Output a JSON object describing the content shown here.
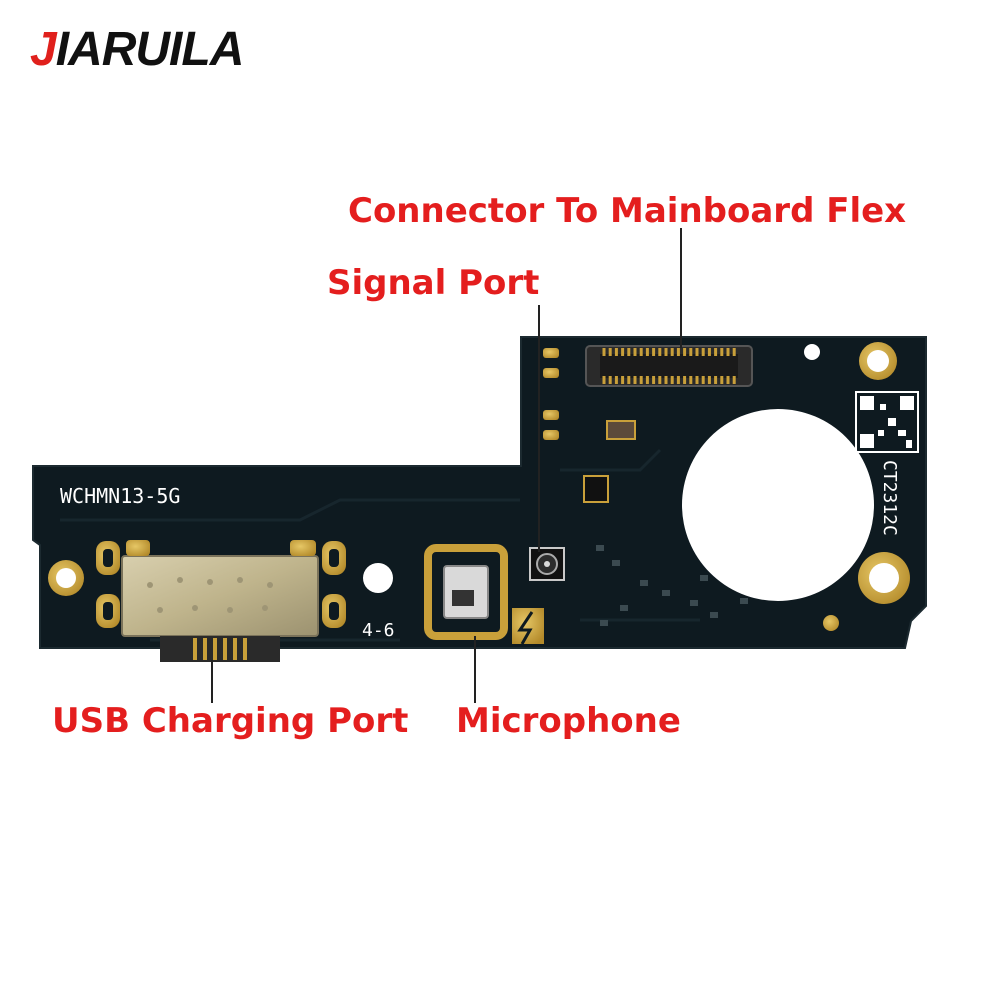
{
  "brand": {
    "prefix": "J",
    "rest": "IARUILA"
  },
  "labels": {
    "connector": "Connector To Mainboard Flex",
    "signal": "Signal Port",
    "usb": "USB Charging Port",
    "microphone": "Microphone"
  },
  "board": {
    "model_text": "WCHMN13-5G",
    "code_text": "4-6",
    "side_text": "CT2312C"
  },
  "colors": {
    "label_red": "#e41e1e",
    "brand_red": "#e0201c",
    "pcb": "#0e1a20",
    "gold": "#c9a03a"
  }
}
